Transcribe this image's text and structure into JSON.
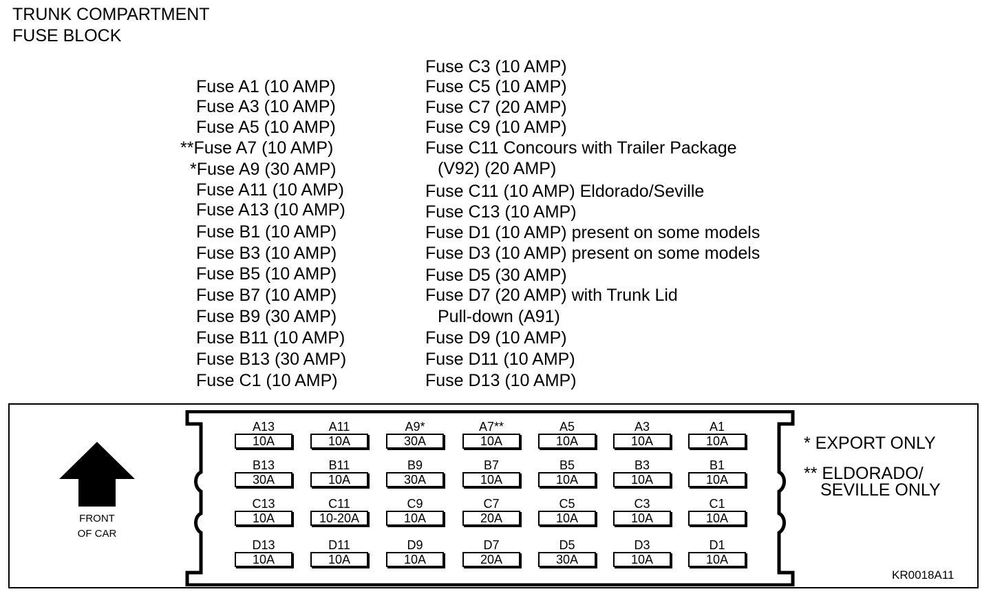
{
  "title": {
    "line1": "TRUNK COMPARTMENT",
    "line2": "FUSE BLOCK"
  },
  "legend_left": [
    "Fuse A1 (10 AMP)",
    "Fuse A3 (10 AMP)",
    "Fuse A5 (10 AMP)",
    "**Fuse A7 (10 AMP)",
    "*Fuse A9 (30 AMP)",
    "Fuse A11 (10 AMP)",
    "Fuse A13 (10 AMP)",
    "Fuse B1 (10 AMP)",
    "Fuse B3 (10 AMP)",
    "Fuse B5 (10 AMP)",
    "Fuse B7 (10 AMP)",
    "Fuse B9 (30 AMP)",
    "Fuse B11 (10 AMP)",
    "Fuse B13 (30 AMP)",
    "Fuse C1 (10 AMP)"
  ],
  "legend_right": [
    "Fuse C3 (10 AMP)",
    "Fuse C5 (10 AMP)",
    "Fuse C7 (20 AMP)",
    "Fuse C9 (10 AMP)",
    "Fuse C11 Concours with Trailer Package",
    " (V92) (20 AMP)",
    "Fuse C11 (10 AMP)  Eldorado/Seville",
    "Fuse C13 (10 AMP)",
    "Fuse D1 (10 AMP) present on some models",
    "Fuse D3 (10 AMP) present on some models",
    "Fuse D5 (30 AMP)",
    "Fuse D7 (20 AMP) with Trunk Lid",
    " Pull-down (A91)",
    "Fuse D9 (10 AMP)",
    "Fuse D11 (10 AMP)",
    "Fuse D13 (10 AMP)"
  ],
  "fuse_rows": [
    [
      {
        "label": "A13",
        "rating": "10A"
      },
      {
        "label": "A11",
        "rating": "10A"
      },
      {
        "label": "A9*",
        "rating": "30A"
      },
      {
        "label": "A7**",
        "rating": "10A"
      },
      {
        "label": "A5",
        "rating": "10A"
      },
      {
        "label": "A3",
        "rating": "10A"
      },
      {
        "label": "A1",
        "rating": "10A"
      }
    ],
    [
      {
        "label": "B13",
        "rating": "30A"
      },
      {
        "label": "B11",
        "rating": "10A"
      },
      {
        "label": "B9",
        "rating": "30A"
      },
      {
        "label": "B7",
        "rating": "10A"
      },
      {
        "label": "B5",
        "rating": "10A"
      },
      {
        "label": "B3",
        "rating": "10A"
      },
      {
        "label": "B1",
        "rating": "10A"
      }
    ],
    [
      {
        "label": "C13",
        "rating": "10A"
      },
      {
        "label": "C11",
        "rating": "10-20A"
      },
      {
        "label": "C9",
        "rating": "10A"
      },
      {
        "label": "C7",
        "rating": "20A"
      },
      {
        "label": "C5",
        "rating": "10A"
      },
      {
        "label": "C3",
        "rating": "10A"
      },
      {
        "label": "C1",
        "rating": "10A"
      }
    ],
    [
      {
        "label": "D13",
        "rating": "10A"
      },
      {
        "label": "D11",
        "rating": "10A"
      },
      {
        "label": "D9",
        "rating": "10A"
      },
      {
        "label": "D7",
        "rating": "20A"
      },
      {
        "label": "D5",
        "rating": "30A"
      },
      {
        "label": "D3",
        "rating": "10A"
      },
      {
        "label": "D1",
        "rating": "10A"
      }
    ]
  ],
  "front": {
    "line1": "FRONT",
    "line2": "OF CAR"
  },
  "notes": {
    "export": "* EXPORT ONLY",
    "eldorado_line1": "** ELDORADO/",
    "eldorado_line2": "SEVILLE ONLY"
  },
  "figure_code": "KR0018A11",
  "icons": {
    "arrow": "up-arrow-icon"
  }
}
